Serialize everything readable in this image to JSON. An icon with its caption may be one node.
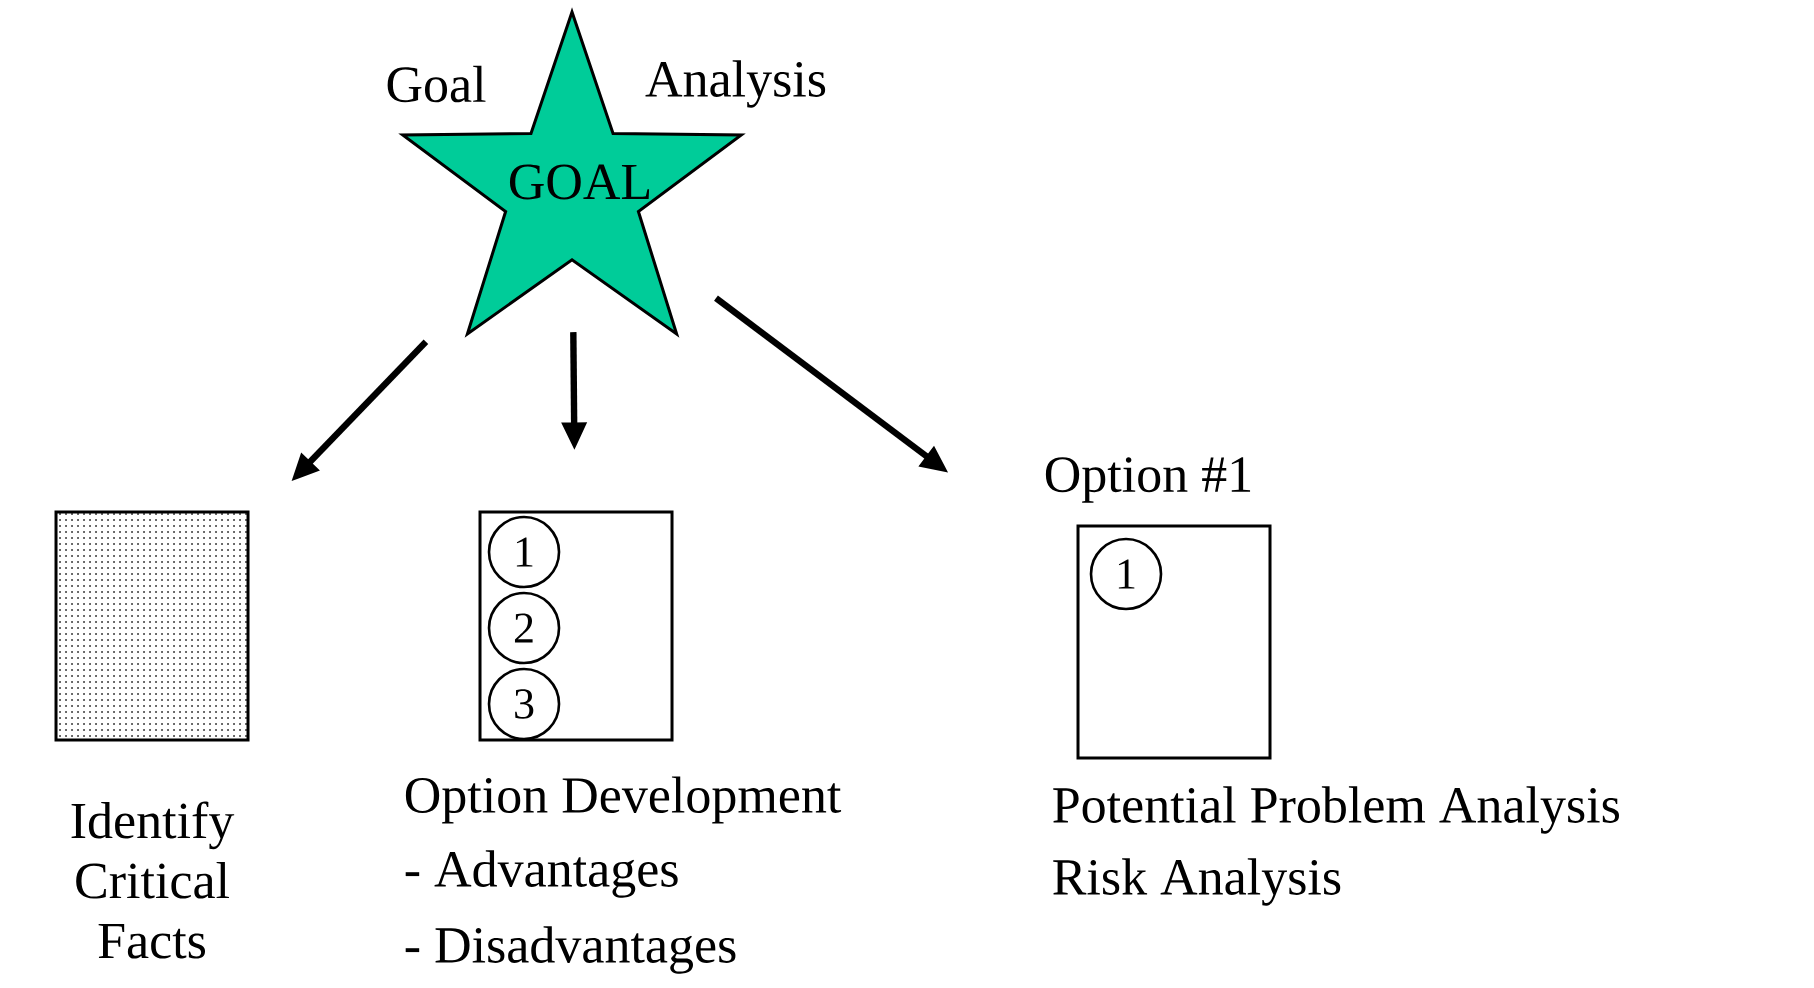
{
  "diagram": {
    "nodes": [
      {
        "text": [
          "GOAL"
        ],
        "beside": [
          "Goal",
          "Analysis"
        ]
      },
      {
        "text": [],
        "shape": "box",
        "beside": [
          "Identify Critical Facts"
        ]
      },
      {
        "text": [],
        "shape": "box",
        "beside": [
          "Option Development",
          "- Advantages",
          "- Disadvantages"
        ]
      },
      {
        "text": [
          "1"
        ],
        "in": 2
      },
      {
        "text": [
          "2"
        ],
        "in": 2
      },
      {
        "text": [
          "3"
        ],
        "in": 2
      },
      {
        "text": [
          "Option #1"
        ],
        "beside": [
          "Potential Problem Analysis",
          "Risk Analysis"
        ]
      },
      {
        "text": [
          "1"
        ],
        "in": 6
      }
    ],
    "edges": [
      {
        "from": 0,
        "to": 1,
        "arrow": "to"
      },
      {
        "from": 0,
        "to": 2,
        "arrow": "to"
      },
      {
        "from": 0,
        "to": 6,
        "arrow": "to"
      }
    ]
  }
}
